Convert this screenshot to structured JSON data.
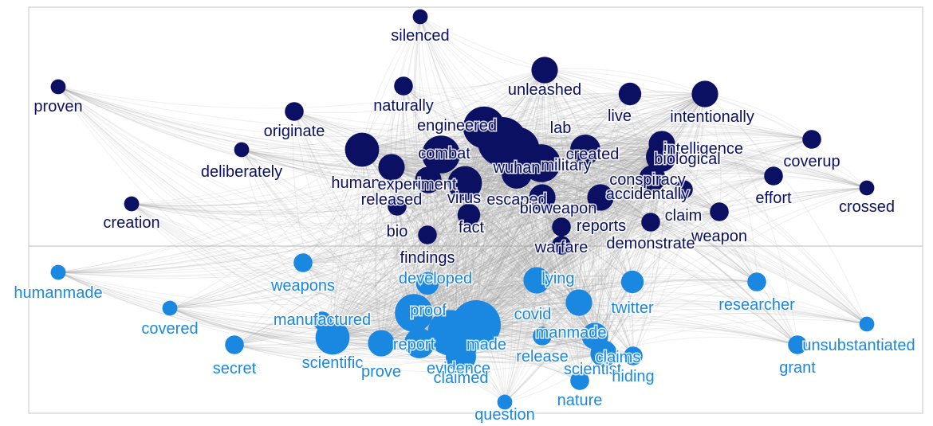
{
  "colors": {
    "cluster_1": "#0b1062",
    "cluster_2": "#1a88e0",
    "edge": "#9a9a9a",
    "frame": "#cfcfcf"
  },
  "clusters": [
    {
      "id": "cluster_1",
      "nodes": [
        {
          "label": "silenced",
          "weight": 1
        },
        {
          "label": "proven",
          "weight": 1
        },
        {
          "label": "unleashed",
          "weight": 4
        },
        {
          "label": "naturally",
          "weight": 2
        },
        {
          "label": "live",
          "weight": 3
        },
        {
          "label": "intentionally",
          "weight": 4
        },
        {
          "label": "originate",
          "weight": 2
        },
        {
          "label": "engineered",
          "weight": 8
        },
        {
          "label": "wuhan",
          "weight": 9
        },
        {
          "label": "lab",
          "weight": 10
        },
        {
          "label": "combat",
          "weight": 7
        },
        {
          "label": "created",
          "weight": 5
        },
        {
          "label": "intelligence",
          "weight": 4
        },
        {
          "label": "military",
          "weight": 7
        },
        {
          "label": "biological",
          "weight": 5
        },
        {
          "label": "deliberately",
          "weight": 1
        },
        {
          "label": "coverup",
          "weight": 2
        },
        {
          "label": "human",
          "weight": 6
        },
        {
          "label": "experiment",
          "weight": 4
        },
        {
          "label": "conspiracy",
          "weight": 4
        },
        {
          "label": "released",
          "weight": 4
        },
        {
          "label": "virus",
          "weight": 6
        },
        {
          "label": "escaped",
          "weight": 5
        },
        {
          "label": "accidentally",
          "weight": 4
        },
        {
          "label": "effort",
          "weight": 2
        },
        {
          "label": "creation",
          "weight": 1
        },
        {
          "label": "crossed",
          "weight": 1
        },
        {
          "label": "bioweapon",
          "weight": 4
        },
        {
          "label": "claim",
          "weight": 2
        },
        {
          "label": "fact",
          "weight": 3
        },
        {
          "label": "reports",
          "weight": 2
        },
        {
          "label": "bio",
          "weight": 2
        },
        {
          "label": "weapon",
          "weight": 2
        },
        {
          "label": "warfare",
          "weight": 2
        },
        {
          "label": "demonstrate",
          "weight": 2
        },
        {
          "label": "findings",
          "weight": 2
        }
      ]
    },
    {
      "id": "cluster_2",
      "nodes": [
        {
          "label": "humanmade",
          "weight": 1
        },
        {
          "label": "weapons",
          "weight": 2
        },
        {
          "label": "developed",
          "weight": 3
        },
        {
          "label": "lying",
          "weight": 4
        },
        {
          "label": "manufactured",
          "weight": 2
        },
        {
          "label": "proof",
          "weight": 7
        },
        {
          "label": "covid",
          "weight": 4
        },
        {
          "label": "twitter",
          "weight": 3
        },
        {
          "label": "researcher",
          "weight": 2
        },
        {
          "label": "covered",
          "weight": 1
        },
        {
          "label": "manmade",
          "weight": 10
        },
        {
          "label": "scientific",
          "weight": 6
        },
        {
          "label": "report",
          "weight": 5
        },
        {
          "label": "made",
          "weight": 9
        },
        {
          "label": "release",
          "weight": 2
        },
        {
          "label": "claims",
          "weight": 4
        },
        {
          "label": "secret",
          "weight": 2
        },
        {
          "label": "prove",
          "weight": 4
        },
        {
          "label": "evidence",
          "weight": 6
        },
        {
          "label": "scientist",
          "weight": 4
        },
        {
          "label": "hiding",
          "weight": 2
        },
        {
          "label": "unsubstantiated",
          "weight": 1
        },
        {
          "label": "grant",
          "weight": 2
        },
        {
          "label": "claimed",
          "weight": 5
        },
        {
          "label": "nature",
          "weight": 2
        },
        {
          "label": "question",
          "weight": 1
        }
      ]
    }
  ]
}
